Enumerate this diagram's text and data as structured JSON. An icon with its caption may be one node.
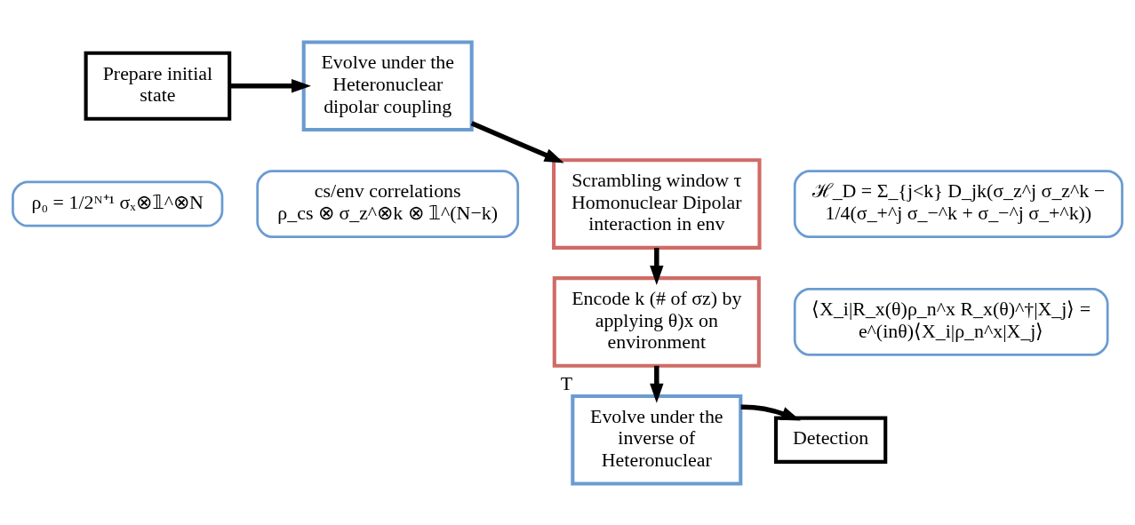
{
  "diagram": {
    "nodes": [
      {
        "text": [
          "Prepare initial state"
        ]
      },
      {
        "text": [
          "ρ₀ = 1/2ᴺ⁺¹ σₓ⊗𝟙^⊗N"
        ]
      },
      {
        "text": [
          "Evolve under the Heteronuclear dipolar coupling"
        ]
      },
      {
        "text": [
          "cs/env correlations",
          "ρ_cs ⊗ σ_z^⊗k ⊗ 𝟙^(N−k)"
        ]
      },
      {
        "text": [
          "Scrambling window τ",
          "Homonuclear Dipolar interaction in env"
        ]
      },
      {
        "text": [
          "ℋ_D = Σ_{j<k} D_jk(σ_z^j σ_z^k − 1/4(σ_+^j σ_−^k + σ_−^j σ_+^k))"
        ]
      },
      {
        "text": [
          "Encode k (# of σz) by applying θ)x on environment"
        ]
      },
      {
        "text": [
          "⟨X_i|R_x(θ)ρ_n^x R_x(θ)^†|X_j⟩ = e^(inθ)⟨X_i|ρ_n^x|X_j⟩"
        ]
      },
      {
        "text": [
          "Evolve under the inverse of Heteronuclear"
        ],
        "beside": [
          "T"
        ]
      },
      {
        "text": [
          "Detection"
        ]
      }
    ],
    "edges": [
      {
        "from": 0,
        "to": 2,
        "arrow": "to"
      },
      {
        "from": 2,
        "to": 4,
        "arrow": "to"
      },
      {
        "from": 4,
        "to": 6,
        "arrow": "to"
      },
      {
        "from": 6,
        "to": 8,
        "arrow": "to"
      },
      {
        "from": 8,
        "to": 9,
        "arrow": "to"
      }
    ]
  }
}
